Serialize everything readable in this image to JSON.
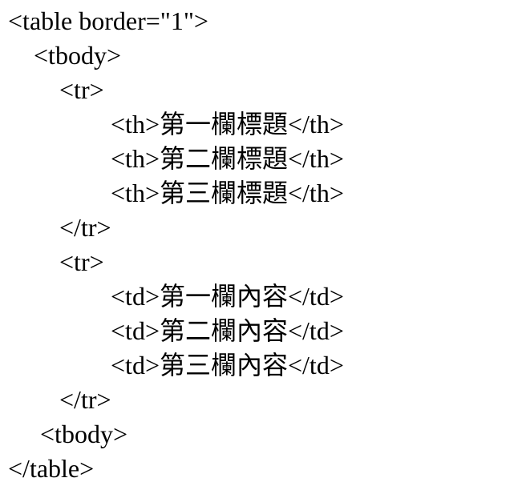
{
  "page": {
    "background_color": "#ffffff",
    "text_color": "#000000"
  },
  "code": {
    "language": "html-source-text",
    "lines": [
      "<table border=\"1\">",
      "    <tbody>",
      "        <tr>",
      "                <th>第一欄標題</th>",
      "                <th>第二欄標題</th>",
      "                <th>第三欄標題</th>",
      "        </tr>",
      "        <tr>",
      "                <td>第一欄內容</td>",
      "                <td>第二欄內容</td>",
      "                <td>第三欄內容</td>",
      "        </tr>",
      "     <tbody>",
      "</table>"
    ]
  }
}
